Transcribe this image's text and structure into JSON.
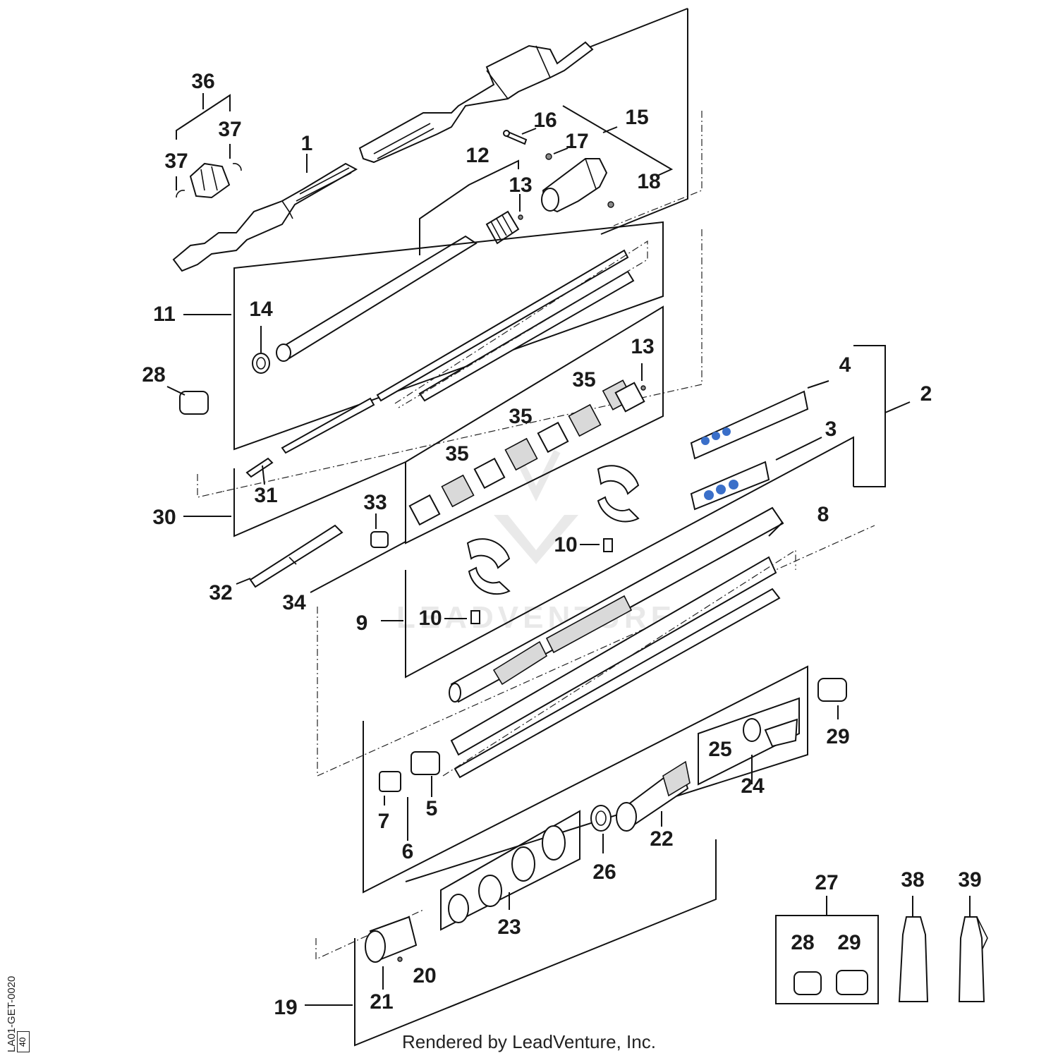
{
  "footer": "Rendered by LeadVenture, Inc.",
  "doc_id": "LA01-GET-0020",
  "page_no": "40",
  "watermark": "LEADVENTURE",
  "callouts": {
    "c36": "36",
    "c37a": "37",
    "c37b": "37",
    "c1": "1",
    "c12": "12",
    "c13a": "13",
    "c16": "16",
    "c15": "15",
    "c17": "17",
    "c18": "18",
    "c11": "11",
    "c14": "14",
    "c28a": "28",
    "c13b": "13",
    "c35a": "35",
    "c35b": "35",
    "c35c": "35",
    "c4": "4",
    "c2": "2",
    "c3": "3",
    "c31": "31",
    "c30": "30",
    "c33": "33",
    "c8": "8",
    "c10a": "10",
    "c32": "32",
    "c34": "34",
    "c9": "9",
    "c10b": "10",
    "c29a": "29",
    "c25": "25",
    "c24": "24",
    "c7": "7",
    "c5": "5",
    "c6": "6",
    "c22": "22",
    "c26": "26",
    "c23": "23",
    "c27": "27",
    "c38": "38",
    "c39": "39",
    "c28b": "28",
    "c29b": "29",
    "c20": "20",
    "c21": "21",
    "c19": "19"
  }
}
